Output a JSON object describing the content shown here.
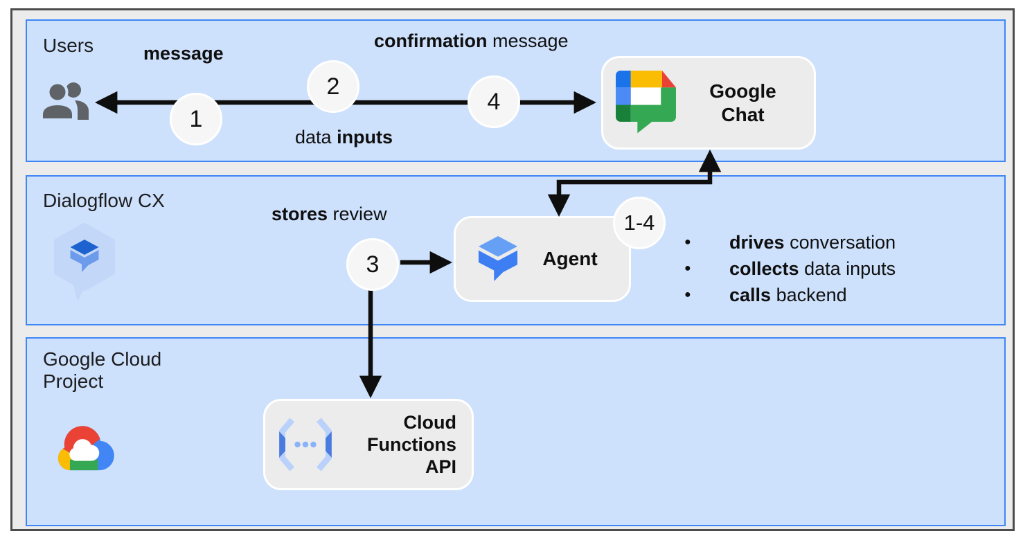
{
  "bands": {
    "users": {
      "label": "Users"
    },
    "dialogflow": {
      "label": "Dialogflow CX"
    },
    "gcp": {
      "label_line1": "Google Cloud",
      "label_line2": "Project"
    }
  },
  "flow_labels": {
    "message": {
      "bold": "message"
    },
    "confirmation": {
      "bold": "confirmation",
      "rest": " message"
    },
    "data_inputs": {
      "pre": "data ",
      "bold": "inputs"
    },
    "stores_review": {
      "bold": "stores",
      "rest": " review"
    }
  },
  "steps": {
    "one": "1",
    "two": "2",
    "three": "3",
    "four": "4",
    "range": "1-4"
  },
  "nodes": {
    "google_chat": {
      "label_line1": "Google",
      "label_line2": "Chat",
      "icon": "google-chat-logo"
    },
    "agent": {
      "label": "Agent",
      "icon": "dialogflow-agent-icon"
    },
    "cloud_functions": {
      "label_line1": "Cloud",
      "label_line2": "Functions",
      "label_line3": "API",
      "icon": "cloud-functions-icon"
    }
  },
  "agent_capabilities": [
    {
      "bold": "drives",
      "rest": " conversation"
    },
    {
      "bold": "collects",
      "rest": " data inputs"
    },
    {
      "bold": "calls",
      "rest": " backend"
    }
  ],
  "icons": {
    "users": "users-icon",
    "dialogflow_cx": "dialogflow-cx-icon",
    "google_cloud": "google-cloud-logo"
  },
  "colors": {
    "band_fill": "#cee1fc",
    "band_border": "#3e86f7",
    "node_fill": "#ececec",
    "node_border": "#ffffff",
    "badge_fill": "#f6f6f6",
    "arrow": "#0e0e0e",
    "frame_fill": "#ececec",
    "frame_border": "#4c4c4c",
    "chat_blue": "#1a73e8",
    "chat_light_blue": "#4c8bf5",
    "chat_yellow": "#fbbc04",
    "chat_red": "#ea4335",
    "chat_green": "#34a853",
    "chat_dark_green": "#188038",
    "dialogflow_light": "#c3d7f9",
    "dialogflow_dark": "#1c63cf",
    "dialogflow_mid": "#6d9beb",
    "agent_body": "#3d7ef2",
    "agent_top": "#66a0f4",
    "functions_light": "#b9d1fb",
    "functions_dark": "#4a7cdf",
    "functions_dots": "#8ab2f8",
    "users_gray": "#5f6368"
  }
}
